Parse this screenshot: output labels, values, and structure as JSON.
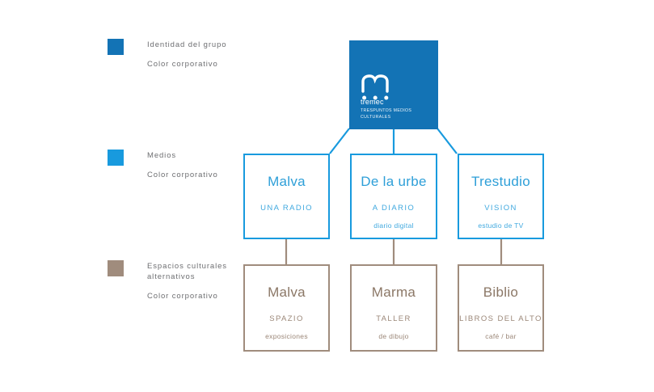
{
  "colors": {
    "identity_blue": "#1373b5",
    "media_blue": "#189ade",
    "media_text_blue": "#2e9fd8",
    "culture_brown": "#a08c7d",
    "culture_text_brown": "#8b7766",
    "legend_text": "#6d6e71",
    "background": "#ffffff"
  },
  "legend": [
    {
      "swatch_color": "#1373b5",
      "title": "Identidad del grupo",
      "subtitle": "Color corporativo"
    },
    {
      "swatch_color": "#189ade",
      "title": "Medios",
      "subtitle": "Color corporativo"
    },
    {
      "swatch_color": "#a08c7d",
      "title": "Espacios culturales\nalternativos",
      "subtitle": "Color corporativo"
    }
  ],
  "brand": {
    "name": "tremec",
    "tagline": "TRESPUNTOS MEDIOS CULTURALES",
    "logo_icon": "tremec-m-logo-icon",
    "background_color": "#1373b5"
  },
  "media_nodes": [
    {
      "title": "Malva",
      "line2": "UNA RADIO",
      "line3": ""
    },
    {
      "title": "De la urbe",
      "line2": "A DIARIO",
      "line3": "diario digital"
    },
    {
      "title": "Trestudio",
      "line2": "VISION",
      "line3": "estudio de TV"
    }
  ],
  "culture_nodes": [
    {
      "title": "Malva",
      "line2": "SPAZIO",
      "line3": "exposiciones"
    },
    {
      "title": "Marma",
      "line2": "TALLER",
      "line3": "de dibujo"
    },
    {
      "title": "Biblio",
      "line2": "LIBROS DEL ALTO",
      "line3": "café / bar"
    }
  ]
}
